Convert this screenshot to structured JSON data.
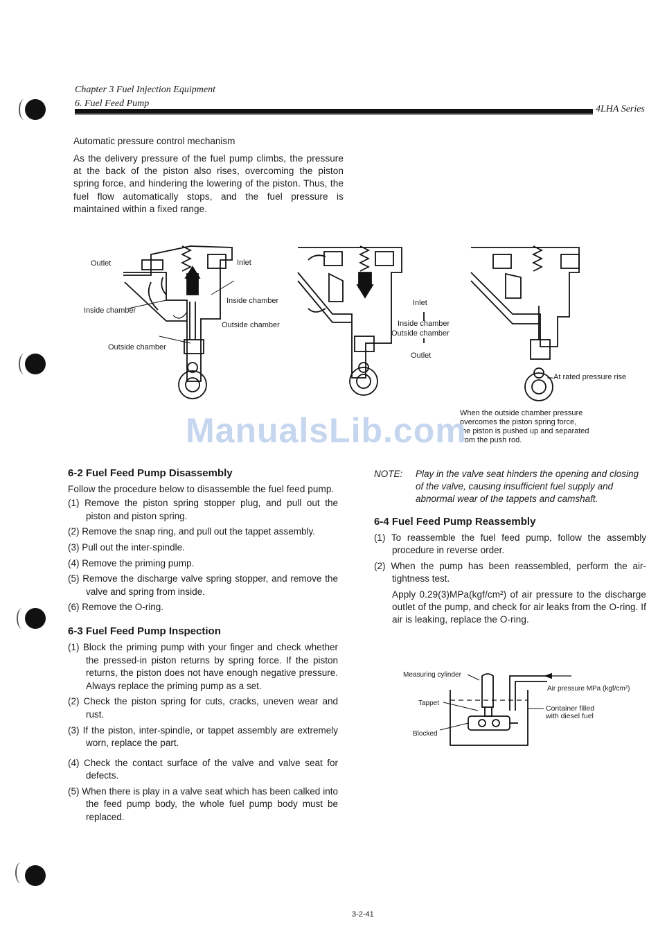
{
  "header": {
    "chapter": "Chapter 3 Fuel Injection Equipment",
    "section": "6. Fuel Feed Pump",
    "series": "4LHA Series"
  },
  "auto_mechanism": {
    "title": "Automatic pressure control mechanism",
    "text": "As the delivery pressure of the fuel pump climbs, the pressure at the back of the piston also rises, overcoming the piston spring force, and hindering the lowering of the piston. Thus, the fuel flow automatically stops, and the fuel pressure is maintained within a fixed range."
  },
  "figure1": {
    "left": {
      "outlet": "Outlet",
      "inlet": "Inlet",
      "inside_chamber_a": "Inside chamber",
      "inside_chamber_b": "Inside chamber",
      "outside_chamber_a": "Outside chamber",
      "outside_chamber_b": "Outside chamber"
    },
    "middle": {
      "inlet": "Inlet",
      "inside_chamber": "Inside chamber",
      "outside_chamber": "Outside chamber",
      "outlet": "Outlet"
    },
    "right": {
      "rated": "At rated pressure rise",
      "caption": [
        "When the outside chamber pressure",
        "overcomes the piston spring force,",
        "the piston is pushed up and separated",
        "from the push rod."
      ]
    }
  },
  "watermark": "ManualsLib.com",
  "disassembly": {
    "title": "6-2 Fuel Feed Pump Disassembly",
    "intro": "Follow the procedure below to disassemble the fuel feed pump.",
    "steps": [
      "(1) Remove the piston spring stopper plug, and pull out the piston and piston spring.",
      "(2) Remove the snap ring, and pull out the tappet assembly.",
      "(3) Pull out the inter-spindle.",
      "(4) Remove the priming pump.",
      "(5) Remove the discharge valve spring stopper, and remove the valve and spring from inside.",
      "(6) Remove the O-ring."
    ]
  },
  "inspection": {
    "title": "6-3 Fuel Feed Pump Inspection",
    "steps": [
      "(1) Block the priming pump with your finger and check whether the pressed-in piston returns by spring force. If the piston returns, the piston does not have enough negative pressure. Always replace the priming pump as a set.",
      "(2) Check the piston spring for cuts, cracks, uneven wear and rust.",
      "(3) If the piston, inter-spindle, or tappet assembly are extremely worn, replace the part.",
      "(4) Check the contact surface of the valve and valve seat for defects.",
      "(5) When there is play in a valve seat which has been calked into the feed pump body, the whole fuel pump body must be replaced."
    ]
  },
  "note": {
    "label": "NOTE:",
    "text": "Play in the valve seat hinders the opening and closing of the valve, causing insufficient fuel supply and abnormal wear of the tappets and camshaft."
  },
  "reassembly": {
    "title": "6-4 Fuel Feed Pump Reassembly",
    "steps": [
      "(1) To reassemble the fuel feed pump, follow the assembly procedure in reverse order.",
      "(2) When the pump has been reassembled, perform the air-tightness test."
    ],
    "detail": "Apply 0.29(3)MPa(kgf/cm²) of air pressure to the discharge outlet of the pump, and check for air leaks from the O-ring. If air is leaking, replace the O-ring."
  },
  "figure2": {
    "measuring": "Measuring cylinder",
    "air": "Air pressure MPa (kgf/cm²)",
    "tappet": "Tappet",
    "container": [
      "Container filled",
      "with diesel fuel"
    ],
    "blocked": "Blocked"
  },
  "page_number": "3-2-41"
}
